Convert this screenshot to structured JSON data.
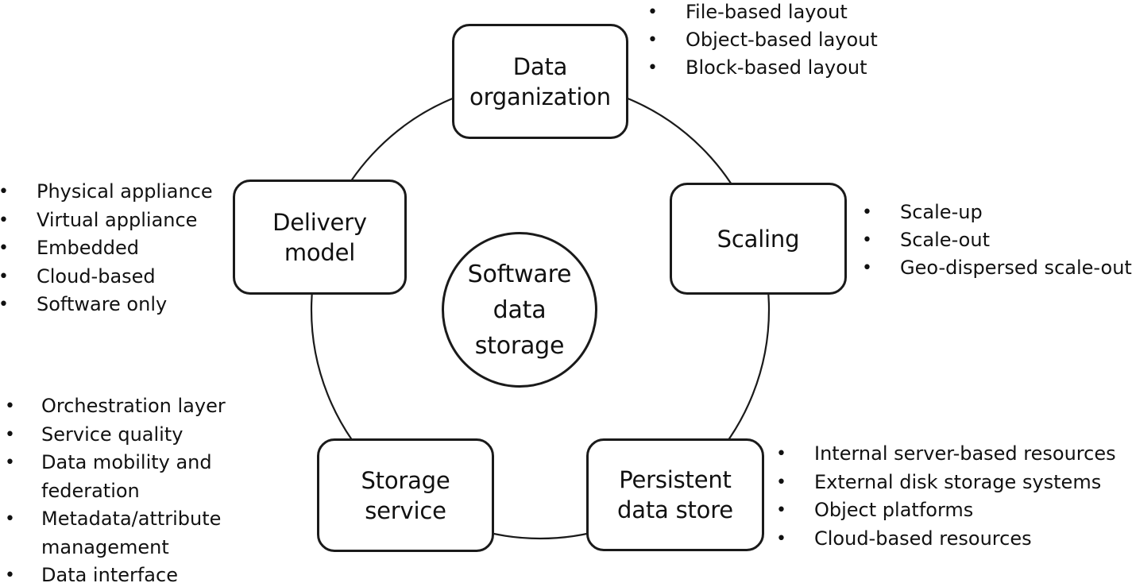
{
  "diagram": {
    "center": {
      "label": "Software\ndata\nstorage"
    },
    "nodes": {
      "data_organization": {
        "label": "Data\norganization",
        "items": [
          "File-based layout",
          "Object-based layout",
          "Block-based layout"
        ]
      },
      "scaling": {
        "label": "Scaling",
        "items": [
          "Scale-up",
          "Scale-out",
          "Geo-dispersed scale-out"
        ]
      },
      "persistent_data_store": {
        "label": "Persistent\ndata store",
        "items": [
          "Internal server-based resources",
          "External disk storage systems",
          "Object platforms",
          "Cloud-based resources"
        ]
      },
      "storage_service": {
        "label": "Storage\nservice",
        "items": [
          "Orchestration layer",
          "Service quality",
          "Data mobility and\nfederation",
          "Metadata/attribute\nmanagement",
          "Data interface"
        ]
      },
      "delivery_model": {
        "label": "Delivery\nmodel",
        "items": [
          "Physical appliance",
          "Virtual appliance",
          "Embedded",
          "Cloud-based",
          "Software only"
        ]
      }
    },
    "bullet_glyph": "•",
    "colors": {
      "stroke": "#1a1a1a",
      "text": "#111111",
      "background": "#ffffff"
    }
  }
}
